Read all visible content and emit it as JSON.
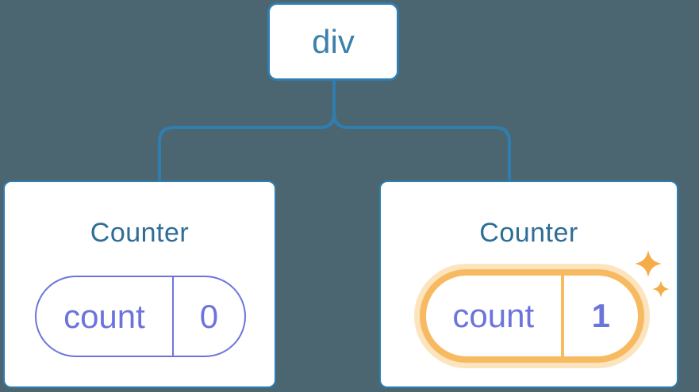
{
  "diagram": {
    "root": {
      "label": "div"
    },
    "children": [
      {
        "title": "Counter",
        "state": {
          "key": "count",
          "value": "0"
        },
        "highlighted": false
      },
      {
        "title": "Counter",
        "state": {
          "key": "count",
          "value": "1"
        },
        "highlighted": true
      }
    ]
  },
  "icons": [
    "sparkle-icon"
  ],
  "colors": {
    "background": "#4C6671",
    "node-border": "#2F7EAF",
    "connector": "#2F7EAF",
    "node-text": "#3D81AB",
    "title-text": "#2E6E96",
    "state-accent": "#6C74DC",
    "highlight": "#F7BA61",
    "highlight-glow": "#FBE4BE",
    "sparkle": "#F5AD49",
    "card-bg": "#FFFFFF"
  }
}
